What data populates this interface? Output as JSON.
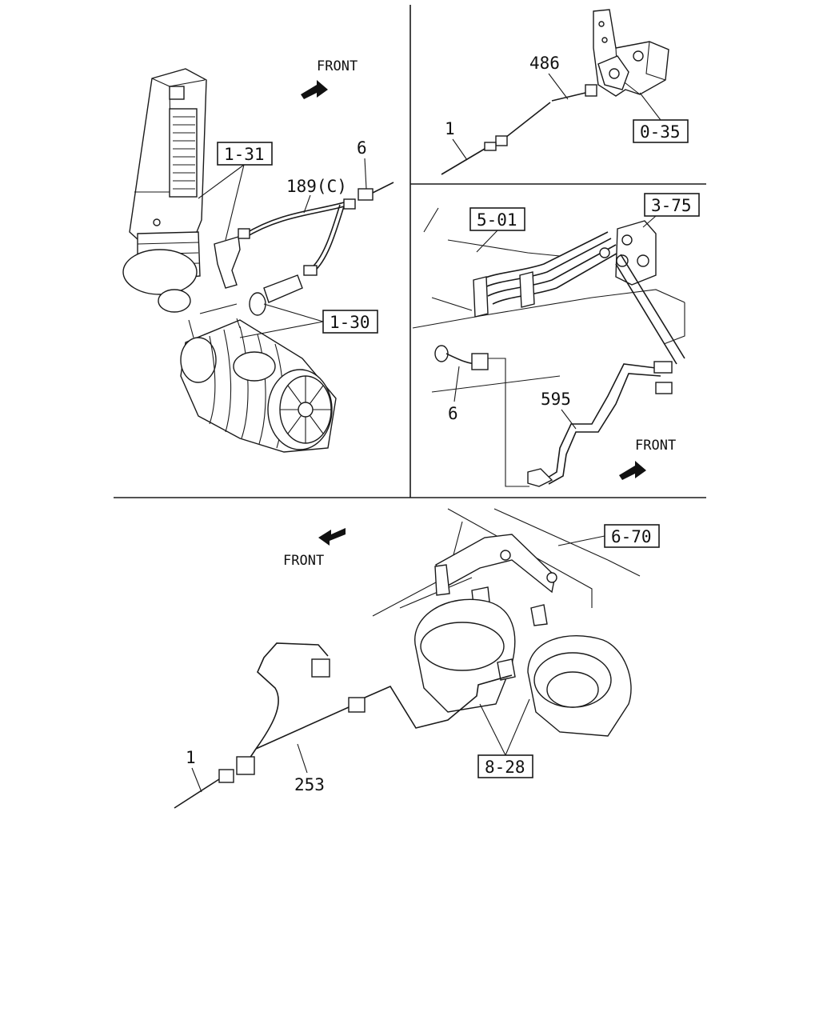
{
  "panels": {
    "top_left": {
      "front_label": "FRONT",
      "callouts": {
        "ref_1_31": "1-31",
        "ref_1_30": "1-30"
      },
      "parts": {
        "p189c": "189(C)",
        "p6": "6"
      }
    },
    "top_right": {
      "callouts": {
        "ref_0_35": "0-35"
      },
      "parts": {
        "p486": "486",
        "p1": "1"
      }
    },
    "mid_right": {
      "front_label": "FRONT",
      "callouts": {
        "ref_5_01": "5-01",
        "ref_3_75": "3-75"
      },
      "parts": {
        "p6": "6",
        "p595": "595"
      }
    },
    "bottom": {
      "front_label": "FRONT",
      "callouts": {
        "ref_6_70": "6-70",
        "ref_8_28": "8-28"
      },
      "parts": {
        "p1": "1",
        "p253": "253"
      }
    }
  },
  "icons": {
    "front_arrow": "front-arrow-icon"
  }
}
